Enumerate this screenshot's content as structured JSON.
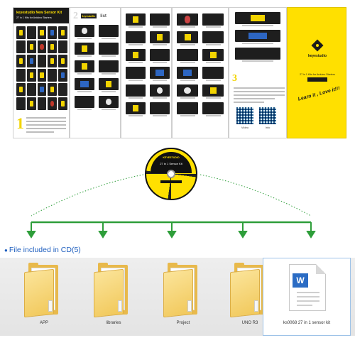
{
  "manual": {
    "cover_title": "keyestudio New Sensor Kit",
    "cover_subtitle": "27 in 1 Kits for Arduino Starters",
    "list_label": "list",
    "brand": "keyestudio",
    "slogan": "Learn it , Love it!!!",
    "qr_labels": [
      "Video",
      "Info"
    ]
  },
  "cd": {
    "brand": "KEYESTUDIO",
    "kit_name": "27 in 1 Sensor Kit"
  },
  "files_heading": "File included in CD(5)",
  "files": [
    {
      "label": "APP"
    },
    {
      "label": "libraries"
    },
    {
      "label": "Project"
    },
    {
      "label": "UNO R3"
    }
  ],
  "doc_file": {
    "label": "ks0068 27 in 1 sensor kit",
    "icon": "word-document-icon"
  },
  "colors": {
    "accent_yellow": "#ffe000",
    "connector_green": "#2e9e3a",
    "heading_blue": "#1f5fbf"
  }
}
